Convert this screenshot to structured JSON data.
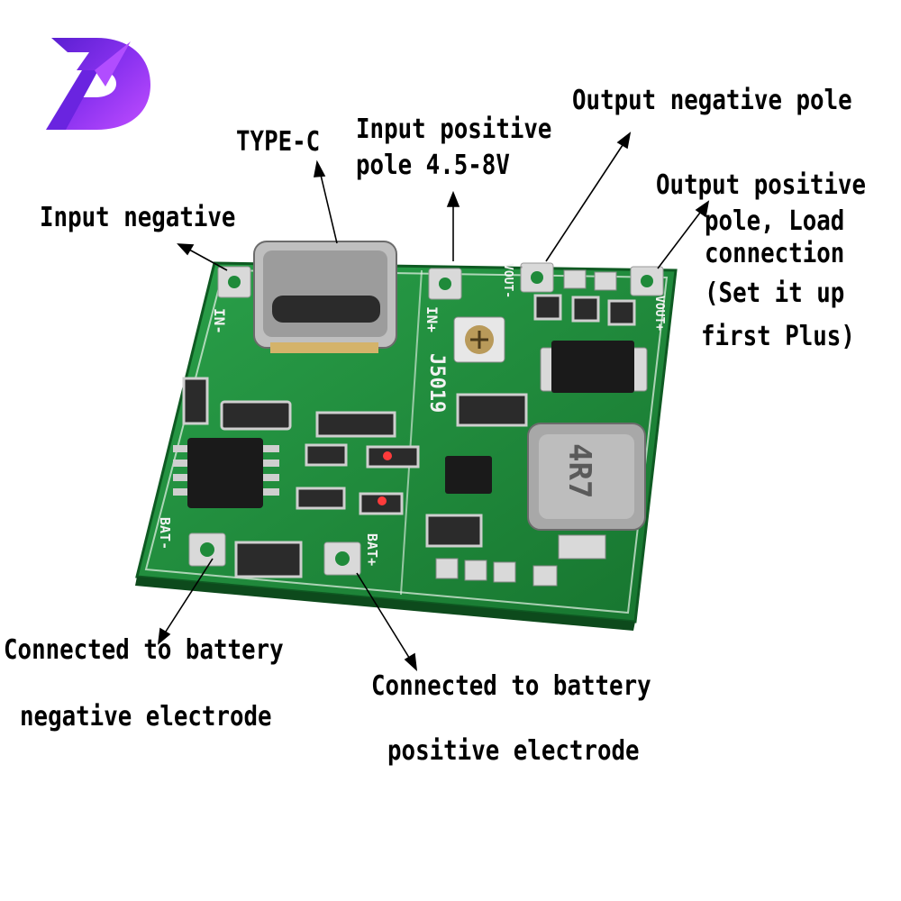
{
  "brand": {
    "logo_letter": "D",
    "logo_colors": [
      "#7b2ff7",
      "#b14dff",
      "#5a1fd1"
    ]
  },
  "board": {
    "pcb_color": "#1f8a3a",
    "silkscreen": {
      "in_minus": "IN-",
      "in_plus": "IN+",
      "chip_id": "J5019",
      "vout_minus": "VOUT-",
      "vout_plus": "VOUT+",
      "bat_minus": "BAT-",
      "bat_plus": "BAT+",
      "inductor": "4R7"
    }
  },
  "labels": {
    "type_c": "TYPE-C",
    "input_positive_line1": "Input positive",
    "input_positive_line2": "pole 4.5-8V",
    "output_negative": "Output negative pole",
    "output_positive_line1": "Output positive",
    "output_positive_line2": "pole, Load",
    "output_positive_line3": "connection",
    "output_positive_line4": "(Set it up",
    "output_positive_line5": "first Plus)",
    "input_negative": "Input negative",
    "battery_negative_line1": "Connected to battery",
    "battery_negative_line2": "negative electrode",
    "battery_positive_line1": "Connected to battery",
    "battery_positive_line2": "positive electrode"
  }
}
